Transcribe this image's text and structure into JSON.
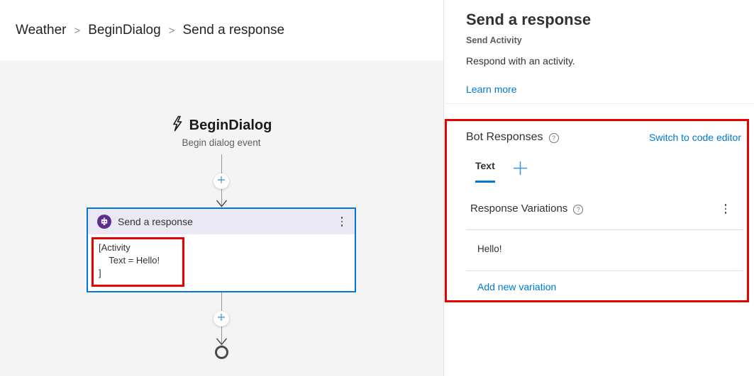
{
  "breadcrumb": {
    "separator": ">",
    "items": [
      {
        "label": "Weather"
      },
      {
        "label": "BeginDialog"
      },
      {
        "label": "Send a response"
      }
    ]
  },
  "canvas": {
    "trigger": {
      "title": "BeginDialog",
      "subtitle": "Begin dialog event"
    },
    "node": {
      "title": "Send a response",
      "code_lines": [
        "[Activity",
        "    Text = Hello!",
        "]"
      ]
    }
  },
  "panel": {
    "title": "Send a response",
    "subtitle": "Send Activity",
    "description": "Respond with an activity.",
    "learn_more": "Learn more",
    "bot_responses": {
      "label": "Bot Responses",
      "help_glyph": "?",
      "switch_link": "Switch to code editor",
      "tab": {
        "label": "Text",
        "active": true
      },
      "variations": {
        "label": "Response Variations",
        "help_glyph": "?",
        "items": [
          "Hello!"
        ],
        "add_link": "Add new variation"
      }
    }
  },
  "colors": {
    "accent_blue": "#0078D4",
    "annotation_red": "#E60000",
    "node_icon_purple": "#5C2E91",
    "node_header_lavender": "#EAE8F3",
    "canvas_gray": "#F5F4F4",
    "link_blue": "#0078D4"
  }
}
